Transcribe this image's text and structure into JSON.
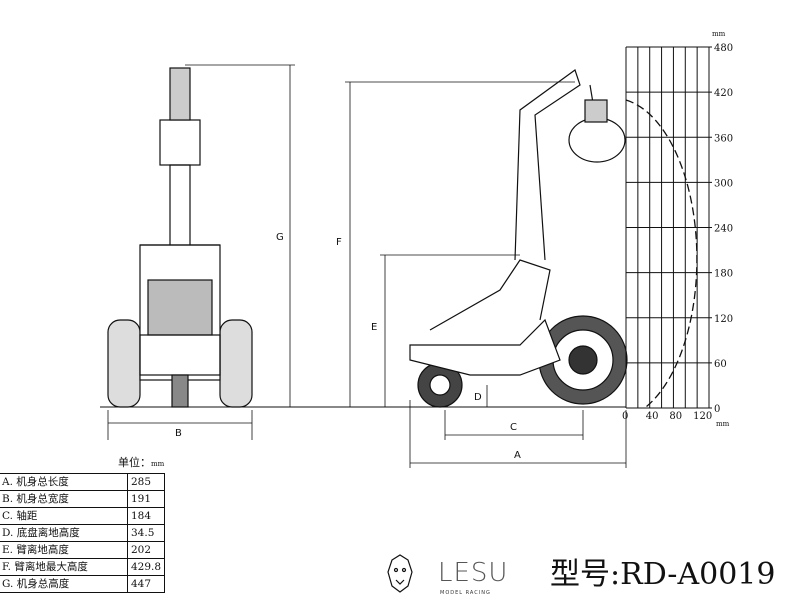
{
  "dimension_labels": {
    "A": "A",
    "B": "B",
    "C": "C",
    "D": "D",
    "E": "E",
    "F": "F",
    "G": "G"
  },
  "reach_chart": {
    "unit_top": "mm",
    "unit_right": "mm",
    "y_ticks": [
      "480",
      "420",
      "360",
      "300",
      "240",
      "180",
      "120",
      "60",
      "0"
    ],
    "x_ticks": [
      "0",
      "40",
      "80",
      "120"
    ],
    "y_range": [
      0,
      480
    ],
    "x_range": [
      0,
      140
    ],
    "grid": true
  },
  "spec_table": {
    "unit_label": "单位：",
    "unit": "mm",
    "rows": [
      {
        "label": "A. 机身总长度",
        "value": "285"
      },
      {
        "label": "B. 机身总宽度",
        "value": "191"
      },
      {
        "label": "C. 轴距",
        "value": "184"
      },
      {
        "label": "D. 底盘离地高度",
        "value": "34.5"
      },
      {
        "label": "E. 臂离地高度",
        "value": "202"
      },
      {
        "label": "F. 臂离地最大高度",
        "value": "429.8"
      },
      {
        "label": "G. 机身总高度",
        "value": "447"
      }
    ]
  },
  "brand": {
    "name": "LESU",
    "tagline": "MODEL RACING"
  },
  "model": "型号:RD-A0019"
}
